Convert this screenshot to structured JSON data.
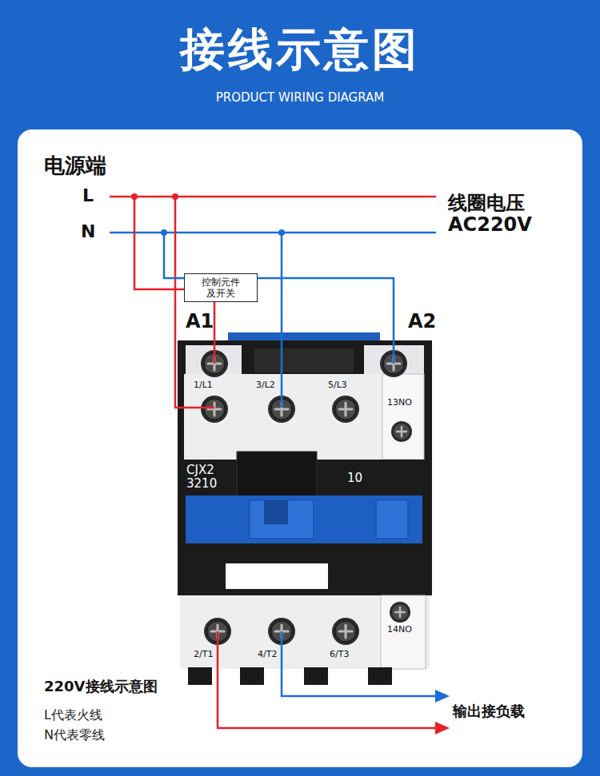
{
  "diagram": {
    "title": "接线示意图",
    "nodes": [
      {
        "text": [
          "控制元件 及开关"
        ]
      }
    ],
    "labels": [
      "PRODUCT WIRING DIAGRAM",
      "电源端",
      "L",
      "N",
      "线圈电压",
      "AC220V",
      "A1",
      "A2",
      "1/L1",
      "3/L2",
      "5/L3",
      "13NO",
      "CJX2",
      "3210",
      "10",
      "14NO",
      "2/T1",
      "4/T2",
      "6/T3",
      "220V接线示意图",
      "输出接负载",
      "L代表火线",
      "N代表零线"
    ]
  }
}
